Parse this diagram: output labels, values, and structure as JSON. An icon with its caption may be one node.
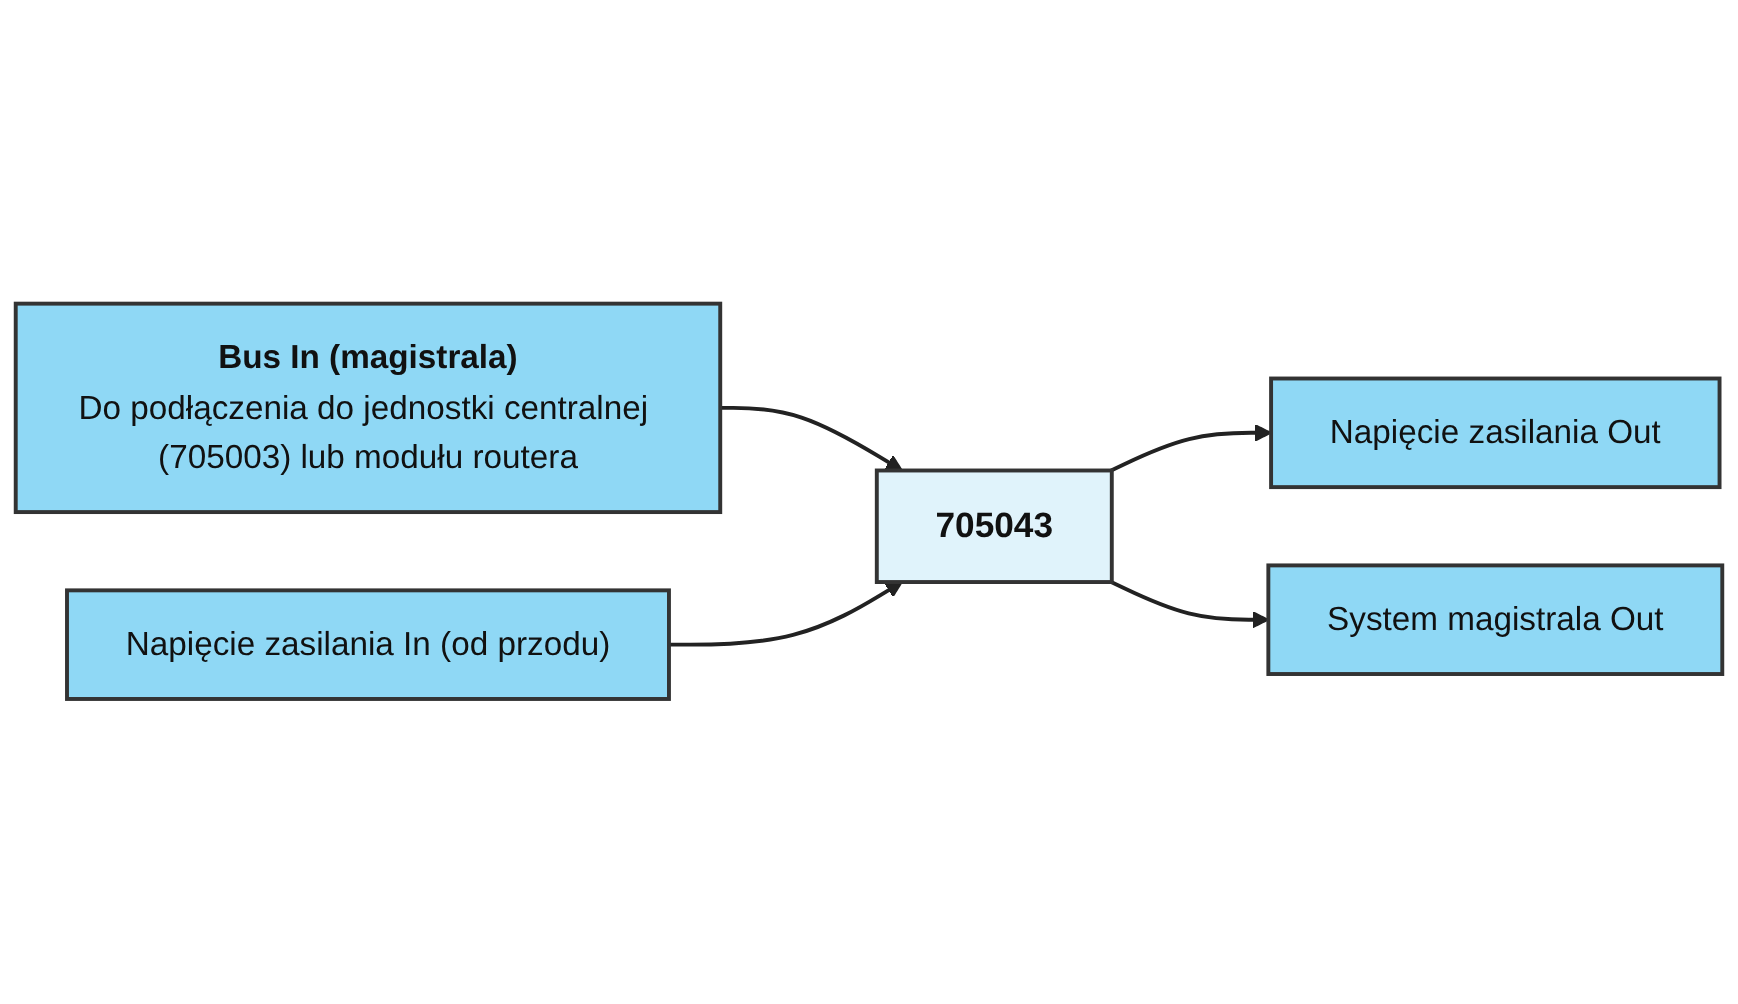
{
  "diagram": {
    "nodes": [
      {
        "text": [
          "Bus In (magistrala)",
          "Do podłączenia do jednostki centralnej (705003) lub modułu routera"
        ]
      },
      {
        "text": [
          "Napięcie zasilania In (od przodu)"
        ]
      },
      {
        "text": [
          "705043"
        ]
      },
      {
        "text": [
          "Napięcie zasilania Out"
        ]
      },
      {
        "text": [
          "System magistrala Out"
        ]
      }
    ],
    "edges": [
      {
        "from": 0,
        "to": 2,
        "arrow": "to"
      },
      {
        "from": 1,
        "to": 2,
        "arrow": "to"
      },
      {
        "from": 2,
        "to": 3,
        "arrow": "to"
      },
      {
        "from": 2,
        "to": 4,
        "arrow": "to"
      }
    ]
  }
}
